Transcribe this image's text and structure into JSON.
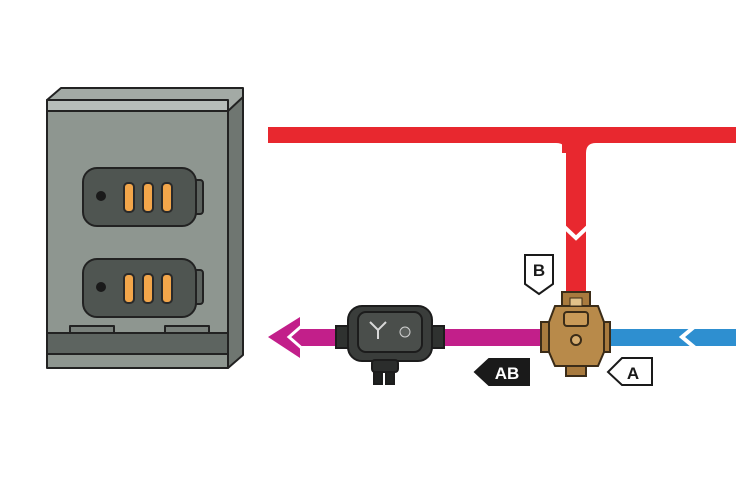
{
  "labels": {
    "port_b": "B",
    "port_a": "A",
    "port_ab": "AB"
  },
  "colors": {
    "hot_supply": "#e8282f",
    "cold_return": "#2e8fd0",
    "mixed_flow": "#c21f8a",
    "boiler_body": "#8e9690",
    "valve_brass": "#b88a4a",
    "pump_body": "#3a3d3b"
  },
  "icons": {
    "pump_logo": "grundfos-logo-icon"
  }
}
